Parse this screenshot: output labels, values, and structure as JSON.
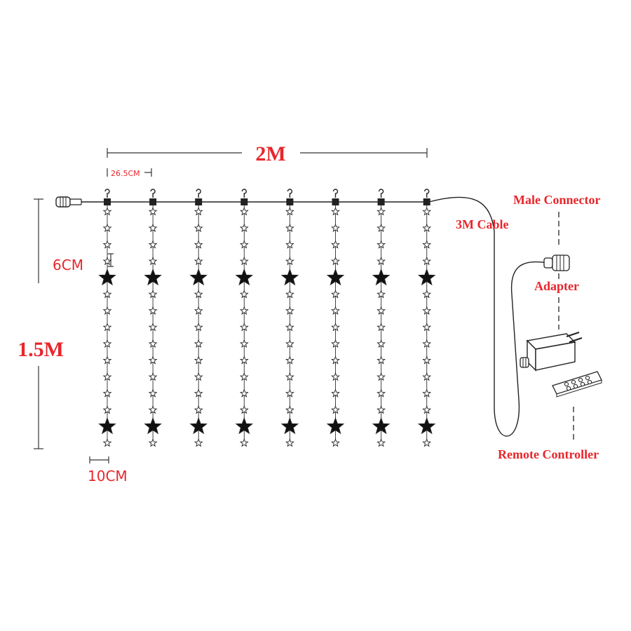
{
  "labels": {
    "width": "2M",
    "spacing": "26.5CM",
    "height": "1.5M",
    "star_spacing": "6CM",
    "star_width": "10CM",
    "cable": "3M Cable",
    "male_connector": "Male Connector",
    "adapter": "Adapter",
    "remote": "Remote Controller"
  },
  "colors": {
    "label": "#e8262c",
    "line": "#222222"
  },
  "strings": {
    "count": 8,
    "stars_per_string": 15,
    "big_star_positions": [
      5,
      14
    ]
  }
}
